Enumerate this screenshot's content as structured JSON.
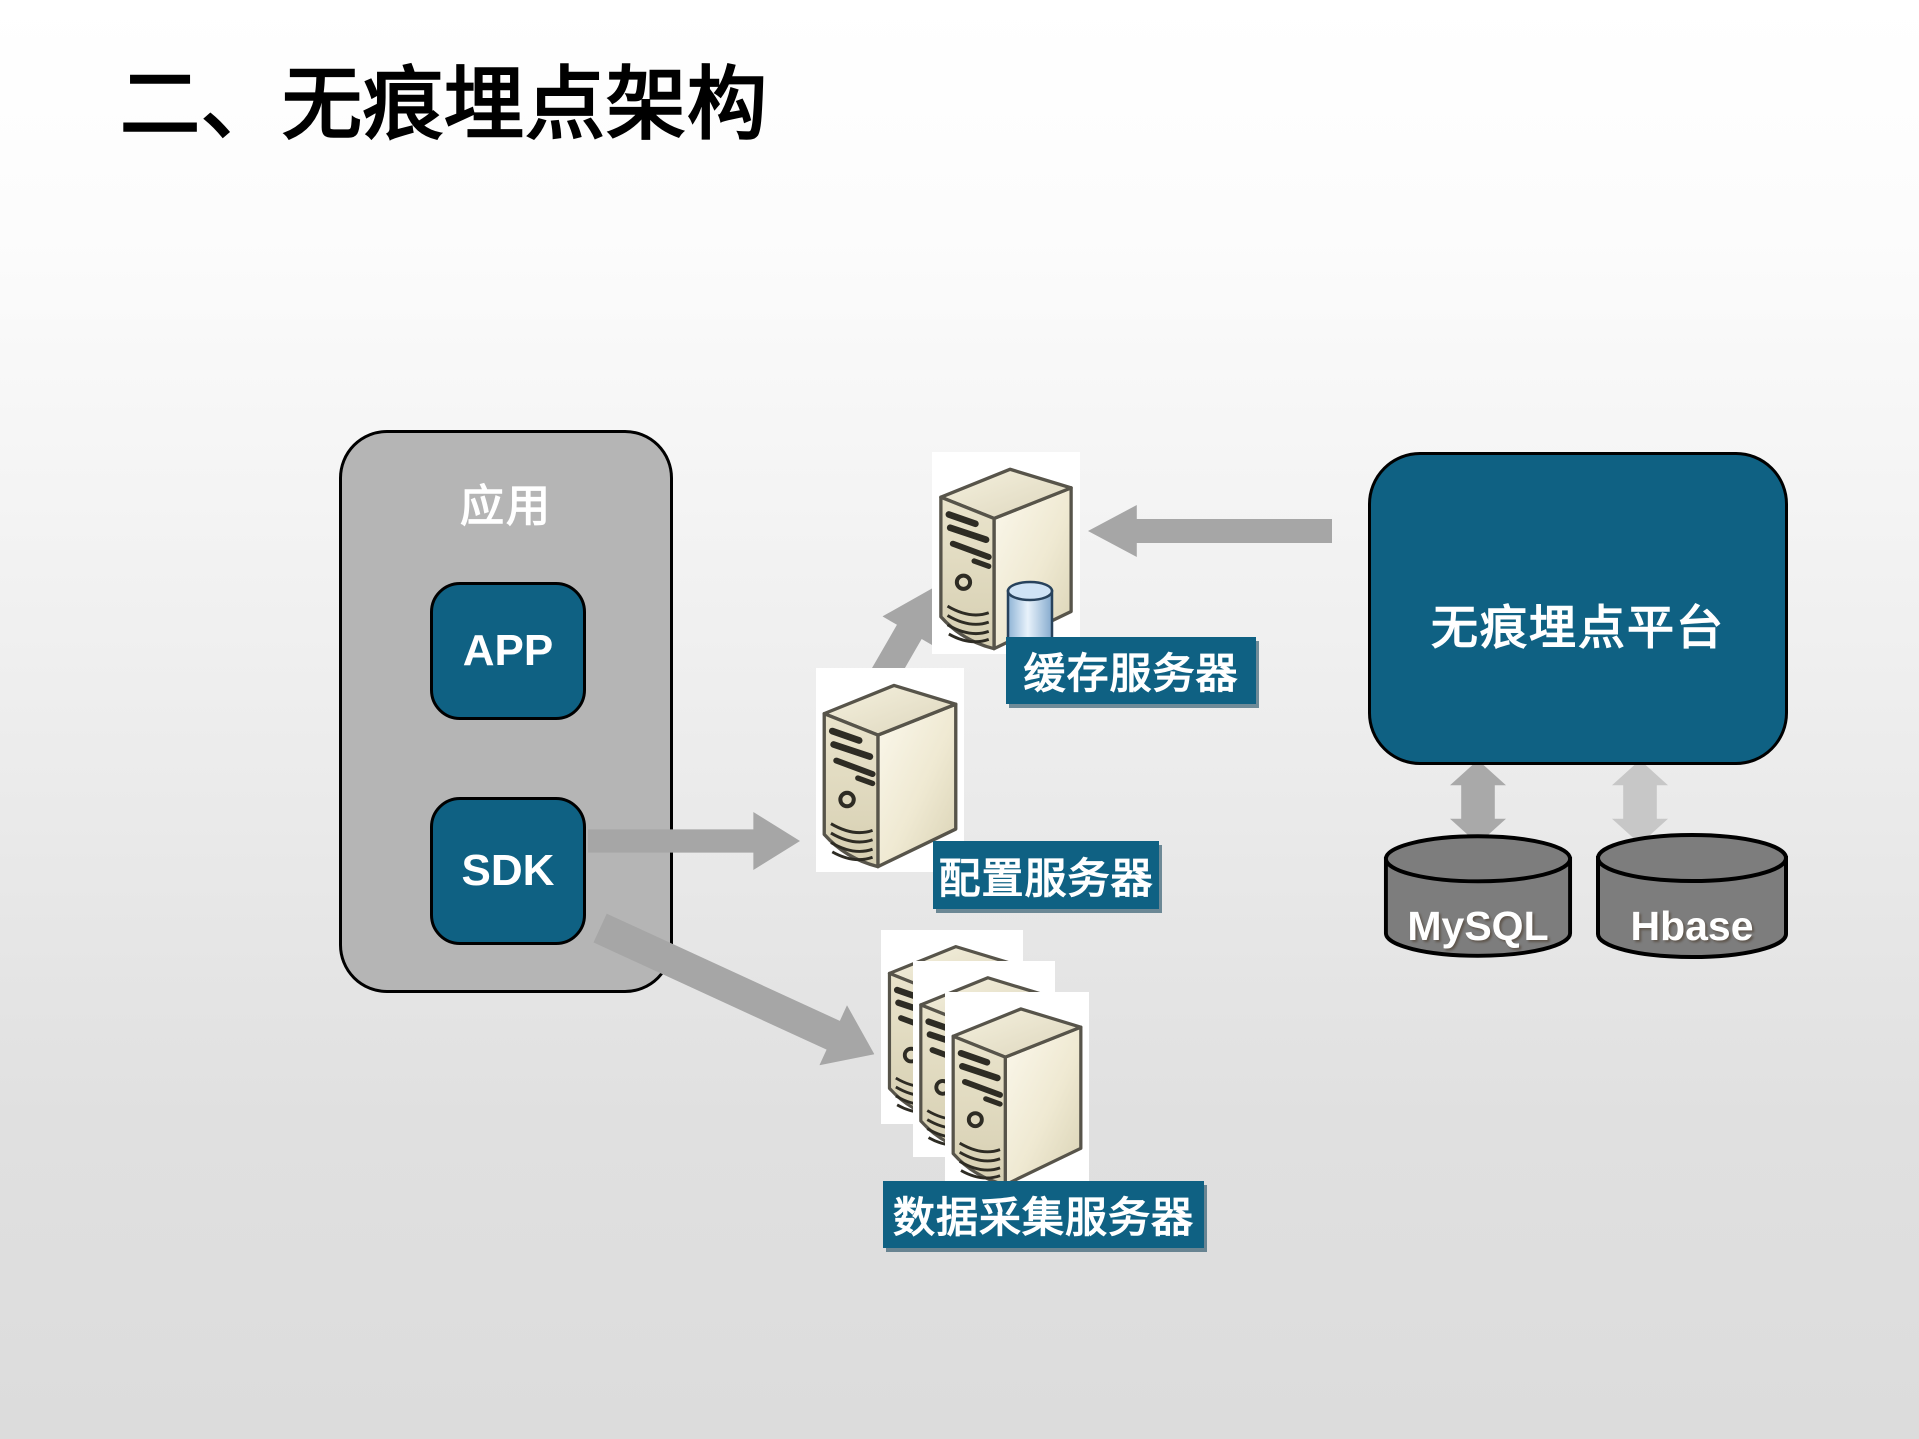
{
  "slide": {
    "title": "二、无痕埋点架构"
  },
  "app_group": {
    "label": "应用",
    "items": [
      {
        "label": "APP"
      },
      {
        "label": "SDK"
      }
    ]
  },
  "servers": {
    "cache": {
      "label": "缓存服务器"
    },
    "config": {
      "label": "配置服务器"
    },
    "collect": {
      "label": "数据采集服务器"
    }
  },
  "platform": {
    "label": "无痕埋点平台"
  },
  "databases": [
    {
      "label": "MySQL"
    },
    {
      "label": "Hbase"
    }
  ],
  "colors": {
    "accent_blue": "#0f6183",
    "container_gray": "#b5b5b5",
    "arrow_gray": "#a6a6a6",
    "arrow_light_gray": "#c7c7c7",
    "db_gray": "#7d7d7d",
    "title_black": "#000000"
  }
}
